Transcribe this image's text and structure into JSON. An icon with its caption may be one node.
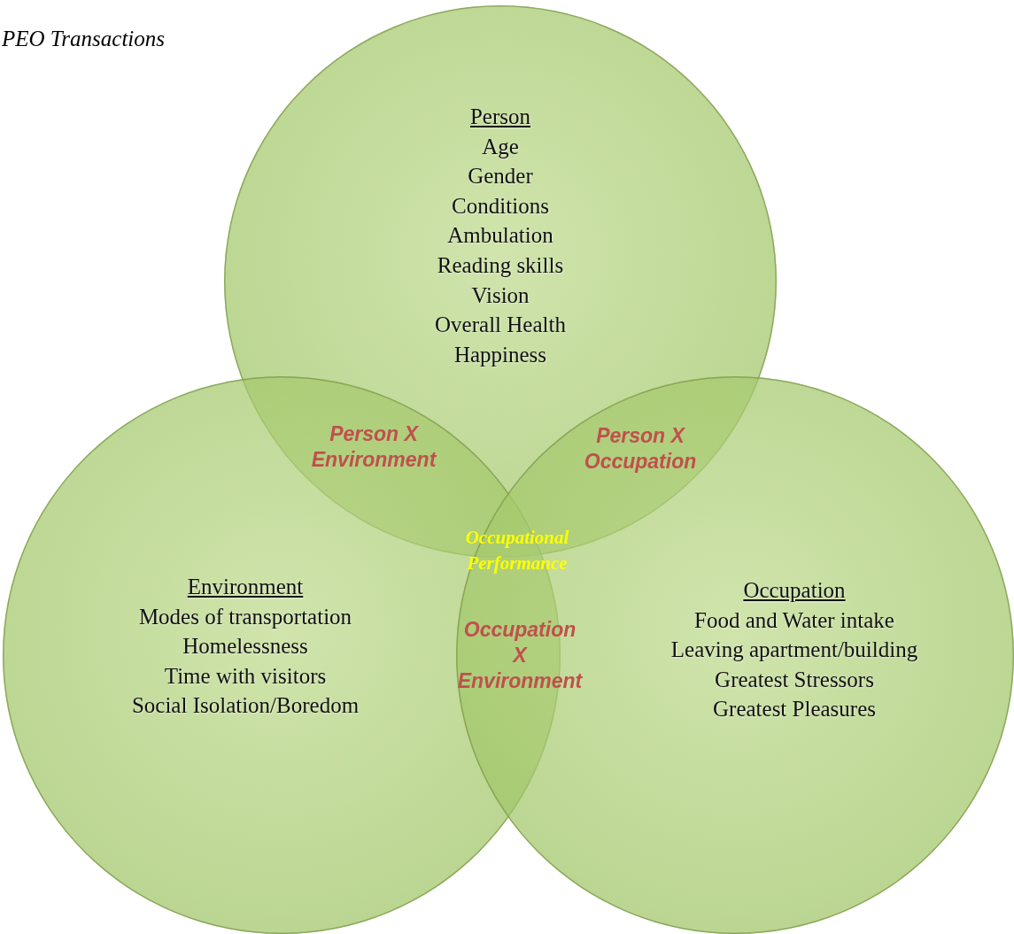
{
  "diagram": {
    "title": "PEO Transactions",
    "nodes": [
      {
        "text": [
          "Person",
          "Age",
          "Gender",
          "Conditions",
          "Ambulation",
          "Reading skills",
          "Vision",
          "Overall Health",
          "Happiness"
        ]
      },
      {
        "text": [
          "Environment",
          "Modes of transportation",
          "Homelessness",
          "Time with visitors",
          "Social Isolation/Boredom"
        ]
      },
      {
        "text": [
          "Occupation",
          "Food and Water intake",
          "Leaving apartment/building",
          "Greatest Stressors",
          "Greatest Pleasures"
        ]
      }
    ],
    "labels": [
      "Person X Environment",
      "Person X Occupation",
      "Occupational Performance",
      "Occupation X Environment"
    ]
  }
}
